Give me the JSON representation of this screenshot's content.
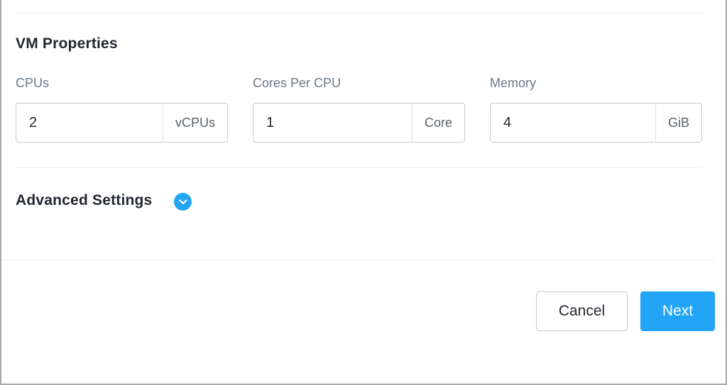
{
  "vm_properties": {
    "title": "VM Properties",
    "fields": [
      {
        "label": "CPUs",
        "value": "2",
        "unit": "vCPUs"
      },
      {
        "label": "Cores Per CPU",
        "value": "1",
        "unit": "Core"
      },
      {
        "label": "Memory",
        "value": "4",
        "unit": "GiB"
      }
    ]
  },
  "advanced_settings": {
    "title": "Advanced Settings",
    "toggle_icon": "chevron-down-icon",
    "accent_color": "#22a5f7"
  },
  "footer": {
    "cancel_label": "Cancel",
    "next_label": "Next",
    "primary_color": "#22a5f7"
  }
}
